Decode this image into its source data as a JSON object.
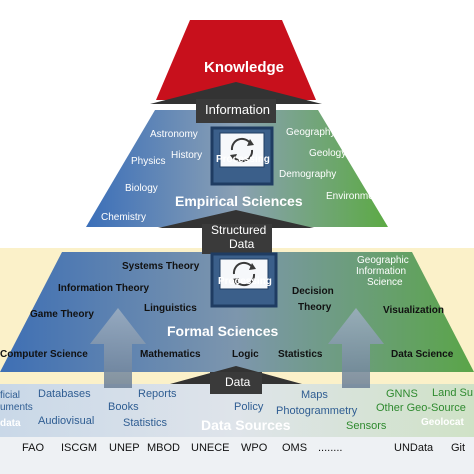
{
  "knowledge": "Knowledge",
  "information": "Information",
  "processing": "Processing",
  "empirical": {
    "title": "Empirical Sciences",
    "items": [
      "Astronomy",
      "History",
      "Physics",
      "Biology",
      "Chemistry",
      "Geography",
      "Geology",
      "Demography",
      "Environment"
    ]
  },
  "structured_data": [
    "Structured",
    "Data"
  ],
  "formal": {
    "title": "Formal Sciences",
    "items": [
      "Systems Theory",
      "Information Theory",
      "Game Theory",
      "Linguistics",
      "Computer Science",
      "Mathematics",
      "Logic",
      "Statistics",
      "Decision",
      "Theory",
      "Geographic",
      "Information",
      "Science",
      "Visualization",
      "Data Science"
    ]
  },
  "data_label": "Data",
  "sources": {
    "title": "Data Sources",
    "items": [
      "ficial",
      "uments",
      "data",
      "Databases",
      "Audiovisual",
      "Books",
      "Statistics",
      "Reports",
      "Policy",
      "Maps",
      "Photogrammetry",
      "Sensors",
      "GNNS",
      "Other Geo-Source",
      "Geolocat",
      "Land Su"
    ],
    "orgs": [
      "FAO",
      "ISCGM",
      "UNEP",
      "MBOD",
      "UNECE",
      "WPO",
      "OMS",
      "UNData",
      "Git"
    ],
    "ellipsis": "........"
  },
  "icons": [
    "refresh-cycle-icon",
    "up-arrow-icon"
  ],
  "colors": {
    "red": "#c8101c",
    "dark": "#3a3a3a",
    "blue": "#2f6fb0",
    "green": "#56a43d",
    "cream": "#fbf1c9"
  }
}
